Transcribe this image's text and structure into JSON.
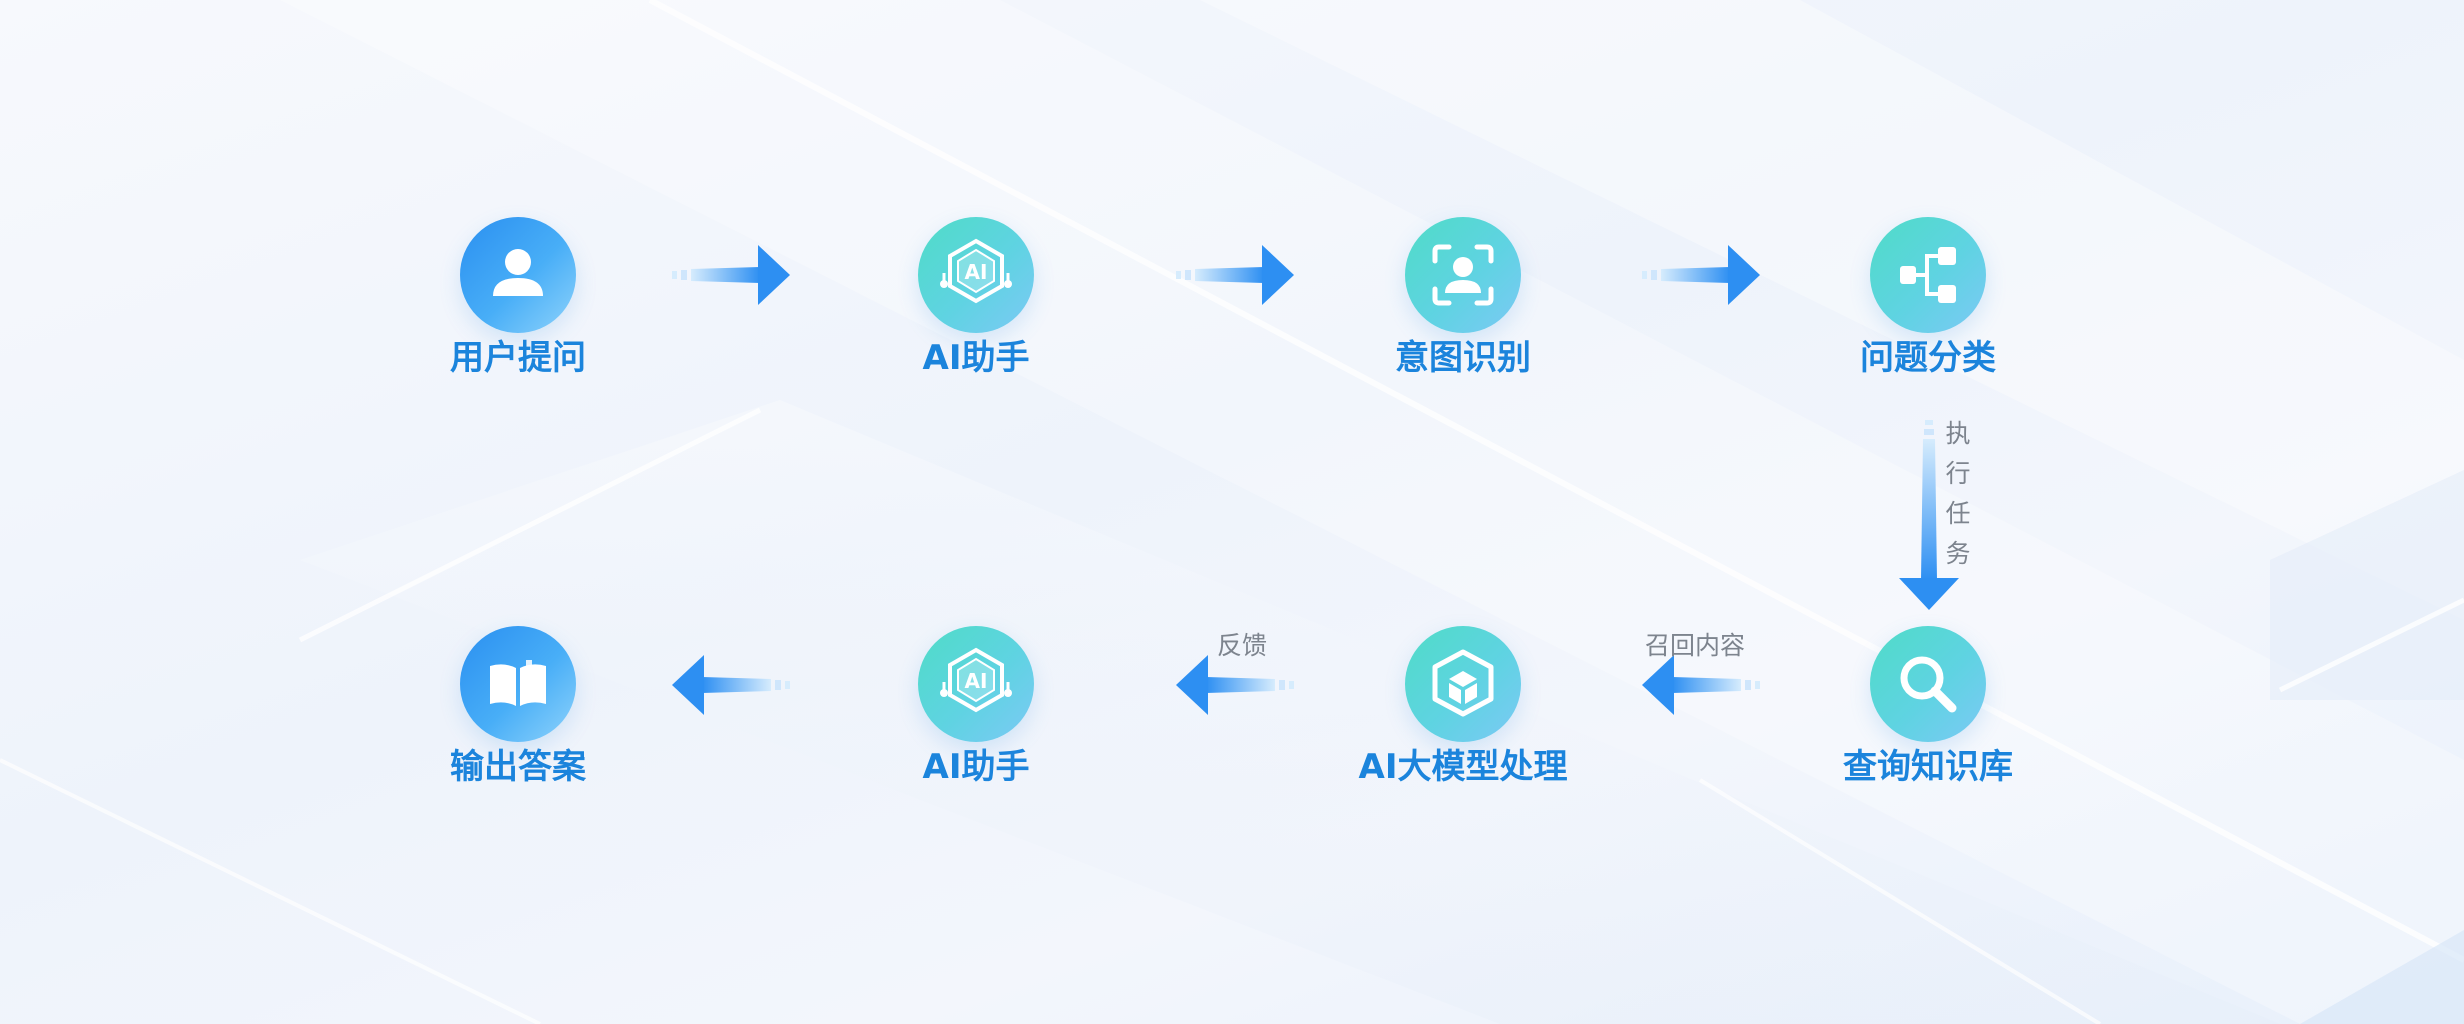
{
  "nodes": [
    {
      "id": "user-question",
      "label": "用户提问",
      "icon": "user-icon",
      "style": "blue"
    },
    {
      "id": "ai-assistant-1",
      "label": "AI助手",
      "icon": "ai-chip-icon",
      "icon_text": "AI",
      "style": "teal"
    },
    {
      "id": "intent-recognition",
      "label": "意图识别",
      "icon": "face-scan-icon",
      "style": "teal"
    },
    {
      "id": "question-classification",
      "label": "问题分类",
      "icon": "hierarchy-icon",
      "style": "teal"
    },
    {
      "id": "query-knowledge-base",
      "label": "查询知识库",
      "icon": "magnifier-icon",
      "style": "teal"
    },
    {
      "id": "llm-processing",
      "label": "AI大模型处理",
      "icon": "cube-icon",
      "style": "teal"
    },
    {
      "id": "ai-assistant-2",
      "label": "AI助手",
      "icon": "ai-chip-icon",
      "icon_text": "AI",
      "style": "teal"
    },
    {
      "id": "output-answer",
      "label": "输出答案",
      "icon": "book-icon",
      "style": "blue"
    }
  ],
  "edges": [
    {
      "from": "user-question",
      "to": "ai-assistant-1",
      "label": ""
    },
    {
      "from": "ai-assistant-1",
      "to": "intent-recognition",
      "label": ""
    },
    {
      "from": "intent-recognition",
      "to": "question-classification",
      "label": ""
    },
    {
      "from": "question-classification",
      "to": "query-knowledge-base",
      "label": "执行任务"
    },
    {
      "from": "query-knowledge-base",
      "to": "llm-processing",
      "label": "召回内容"
    },
    {
      "from": "llm-processing",
      "to": "ai-assistant-2",
      "label": "反馈"
    },
    {
      "from": "ai-assistant-2",
      "to": "output-answer",
      "label": ""
    }
  ],
  "colors": {
    "label": "#1b84dc",
    "edge_label": "#7d848e",
    "arrow_start": "#d6ecfd",
    "arrow_end": "#2d8ff2",
    "node_blue": "#2a8ff0",
    "node_teal": "#4fdcc7"
  }
}
